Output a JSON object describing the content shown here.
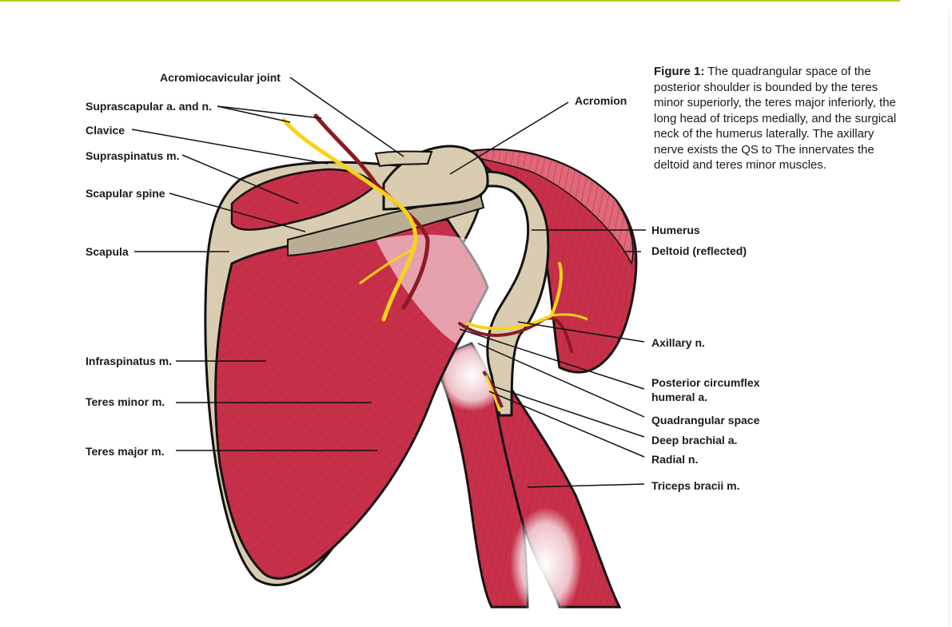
{
  "caption": {
    "label": "Figure 1:",
    "text": " The quadrangular space of the posterior shoulder is bounded by the teres minor superiorly, the teres major inferiorly, the long head of triceps medially, and the surgical neck of the humerus laterally. The axillary nerve exists the QS to The innervates the deltoid and teres minor muscles."
  },
  "labels": {
    "acromioclavicular_joint": "Acromiocavicular joint",
    "suprascapular": "Suprascapular a. and n.",
    "clavice": "Clavice",
    "supraspinatus": "Supraspinatus m.",
    "scapular_spine": "Scapular spine",
    "scapula": "Scapula",
    "infraspinatus": "Infraspinatus m.",
    "teres_minor": "Teres minor m.",
    "teres_major": "Teres major m.",
    "acromion": "Acromion",
    "humerus": "Humerus",
    "deltoid": "Deltoid (reflected)",
    "axillary": "Axillary n.",
    "posterior_circumflex_1": "Posterior circumflex",
    "posterior_circumflex_2": "humeral a.",
    "quadrangular_space": "Quadrangular space",
    "deep_brachial": "Deep brachial a.",
    "radial": "Radial n.",
    "triceps": "Triceps bracii m."
  },
  "colors": {
    "muscle": "#c8304a",
    "muscle_dark": "#8e1c30",
    "bone": "#d9ccb0",
    "bone_shadow": "#b9ae94",
    "nerve": "#f7d21a",
    "artery": "#8a1a24",
    "deltoid_light": "#e06878",
    "accent_line": "#b5cf1e"
  }
}
